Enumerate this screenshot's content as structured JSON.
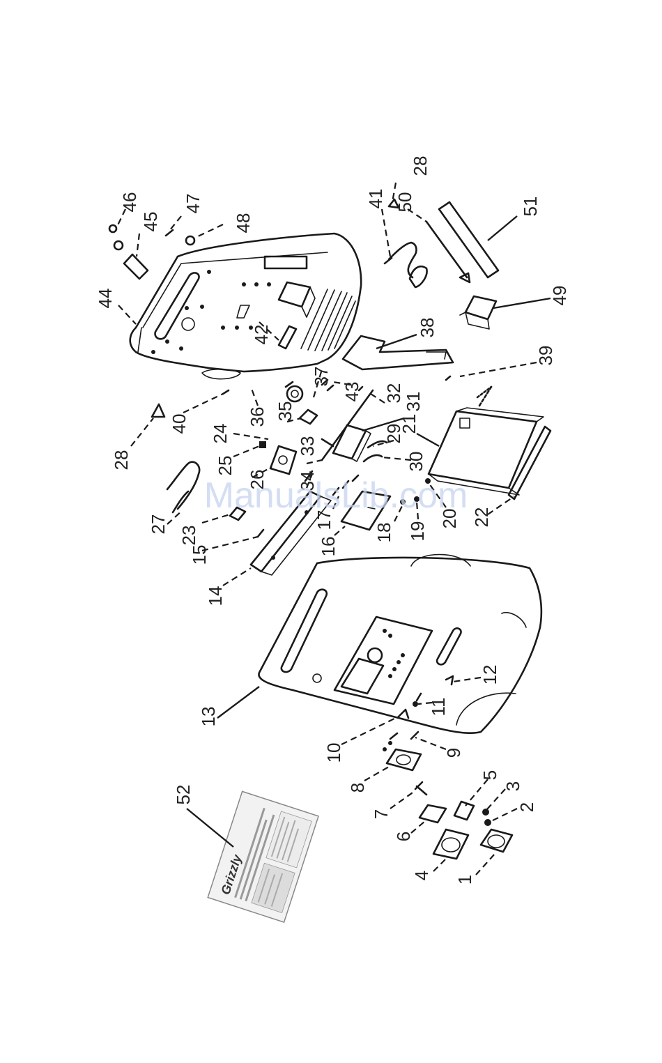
{
  "callouts": [
    "1",
    "2",
    "3",
    "4",
    "5",
    "6",
    "7",
    "8",
    "9",
    "10",
    "11",
    "12",
    "13",
    "14",
    "15",
    "16",
    "17",
    "18",
    "19",
    "20",
    "21",
    "22",
    "23",
    "24",
    "25",
    "26",
    "27",
    "28",
    "28",
    "29",
    "30",
    "31",
    "32",
    "33",
    "34",
    "35",
    "36",
    "37",
    "38",
    "39",
    "40",
    "41",
    "42",
    "43",
    "44",
    "45",
    "46",
    "47",
    "48",
    "49",
    "50",
    "51",
    "52"
  ],
  "watermark": "ManualsLib.com",
  "label_52": {
    "brand": "Grizzly"
  },
  "colors": {
    "line": "#1a1a1a",
    "watermark": "#c6d3ef",
    "background": "#ffffff"
  }
}
